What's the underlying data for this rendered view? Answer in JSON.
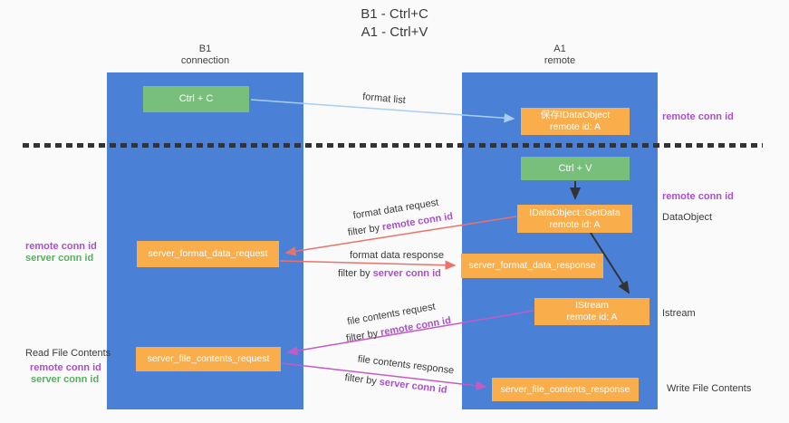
{
  "title": {
    "line1": "B1 - Ctrl+C",
    "line2": "A1 - Ctrl+V"
  },
  "lanes": {
    "left": {
      "title": "B1",
      "subtitle": "connection"
    },
    "right": {
      "title": "A1",
      "subtitle": "remote"
    }
  },
  "nodes": {
    "ctrl_c": {
      "label": "Ctrl + C"
    },
    "ctrl_v": {
      "label": "Ctrl + V"
    },
    "saved_idataobject": {
      "line1": "保存IDataObject",
      "line2": "remote id: A"
    },
    "getdata": {
      "line1": "IDataObject::GetData",
      "line2": "remote id: A"
    },
    "istream": {
      "line1": "IStream",
      "line2": "remote id: A"
    },
    "format_request": {
      "label": "server_format_data_request"
    },
    "format_response": {
      "label": "server_format_data_response"
    },
    "file_request": {
      "label": "server_file_contents_request"
    },
    "file_response": {
      "label": "server_file_contents_response"
    }
  },
  "side_labels": {
    "remote_conn_id_top": "remote conn id",
    "remote_conn_id_mid": "remote conn id",
    "dataobject": "DataObject",
    "istream": "Istream",
    "write_file_contents": "Write File Contents",
    "left_remote_conn_id": "remote conn id",
    "left_server_conn_id": "server conn id",
    "read_file_contents": "Read File Contents",
    "left_remote_conn_id_2": "remote conn id",
    "left_server_conn_id_2": "server conn id"
  },
  "arrow_labels": {
    "format_list": "format list",
    "format_data_request": "format data request",
    "format_data_response": "format data response",
    "file_contents_request": "file contents request",
    "file_contents_response": "file contents response",
    "filter_by": "filter by ",
    "remote_conn_id": "remote conn id",
    "server_conn_id": "server conn id"
  },
  "colors": {
    "background": "#fafafa",
    "lane_blue": "#4a80d6",
    "box_green": "#77bf7b",
    "box_orange": "#f9ae4b",
    "text_purple": "#a850c8",
    "text_green": "#55b05e",
    "arrow_salmon": "#e8736b",
    "arrow_magenta": "#c45bc4",
    "arrow_lightblue": "#a9cef0",
    "arrow_black": "#333333"
  }
}
